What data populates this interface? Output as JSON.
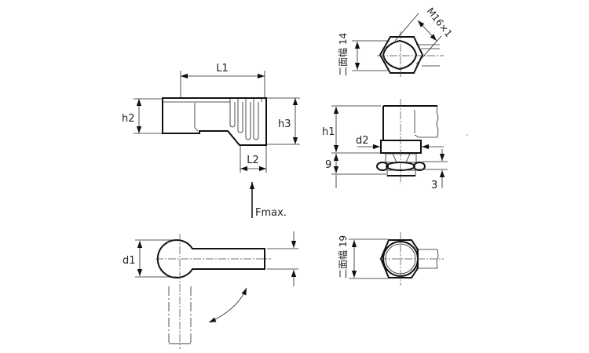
{
  "labels": {
    "L1": "L1",
    "L2": "L2",
    "h1": "h1",
    "h2": "h2",
    "h3": "h3",
    "d1": "d1",
    "d2": "d2",
    "dim9": "9",
    "dim3": "3",
    "fmax": "Fmax.",
    "thread": "M16×1",
    "across_flats_14": "二面幅 14",
    "across_flats_19": "二面幅 19"
  }
}
